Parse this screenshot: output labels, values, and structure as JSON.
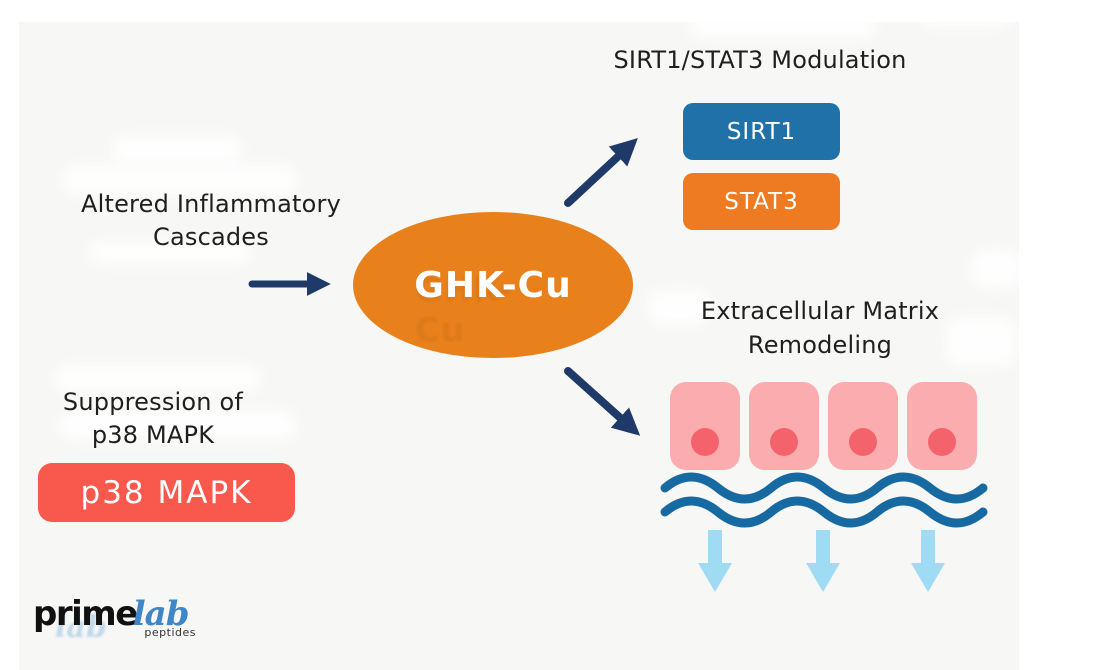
{
  "diagram_title_implicit": "GHK-Cu mechanism diagram",
  "colors": {
    "canvas_bg": "#f7f7f5",
    "page_bg": "#ffffff",
    "center_ellipse": "#e8811c",
    "sirt1_box": "#2071a8",
    "stat3_box": "#ee7b21",
    "p38_box": "#f9584c",
    "navy_arrow": "#1f3a68",
    "cell_body": "#fbacaf",
    "cell_nucleus": "#f4636c",
    "wave_blue": "#1769a2",
    "light_arrow": "#9fdcf4",
    "logo_blue": "#3e86c8",
    "text": "#1f1f1f"
  },
  "center": {
    "label": "GHK-Cu"
  },
  "branches": {
    "inflammatory": {
      "line1": "Altered Inflammatory",
      "line2": "Cascades"
    },
    "suppression": {
      "line1": "Suppression of",
      "line2": "p38 MAPK",
      "box_label": "p38 MAPK"
    },
    "sirt_stat": {
      "title": "SIRT1/STAT3 Modulation",
      "boxes": [
        {
          "label": "SIRT1"
        },
        {
          "label": "STAT3"
        }
      ]
    },
    "ecm": {
      "line1": "Extracellular Matrix",
      "line2": "Remodeling",
      "cells_count": 4,
      "down_arrows_count": 3,
      "wave_lines_count": 2
    }
  },
  "logo": {
    "prime": "prime",
    "lab": "lab",
    "peptides": "peptides"
  }
}
